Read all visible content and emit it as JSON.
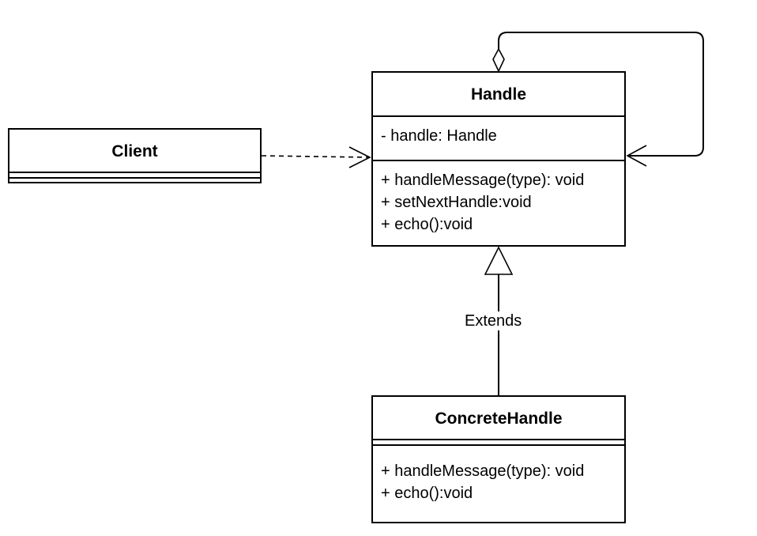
{
  "classes": {
    "client": {
      "name": "Client"
    },
    "handle": {
      "name": "Handle",
      "attributes": [
        "- handle: Handle"
      ],
      "methods": [
        "+ handleMessage(type): void",
        "+ setNextHandle:void",
        "+ echo():void"
      ]
    },
    "concrete_handle": {
      "name": "ConcreteHandle",
      "methods": [
        "+ handleMessage(type): void",
        "+ echo():void"
      ]
    }
  },
  "relationships": {
    "extends_label": "Extends"
  },
  "colors": {
    "stroke": "#000000",
    "background": "#ffffff"
  }
}
